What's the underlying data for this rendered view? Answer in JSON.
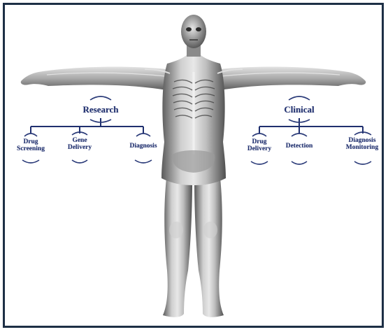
{
  "diagram": {
    "research": {
      "label": "Research",
      "children": [
        {
          "label": "Drug\nScreening"
        },
        {
          "label": "Gene\nDelivery"
        },
        {
          "label": "Diagnosis"
        }
      ]
    },
    "clinical": {
      "label": "Clinical",
      "children": [
        {
          "label": "Drug\nDelivery"
        },
        {
          "label": "Detection"
        },
        {
          "label": "Diagnosis\nMonitoring"
        }
      ]
    }
  },
  "colors": {
    "label": "#1f2f6e",
    "frame": "#1d2f45",
    "body_light": "#d9d9d9",
    "body_dark": "#4a4a4a"
  }
}
